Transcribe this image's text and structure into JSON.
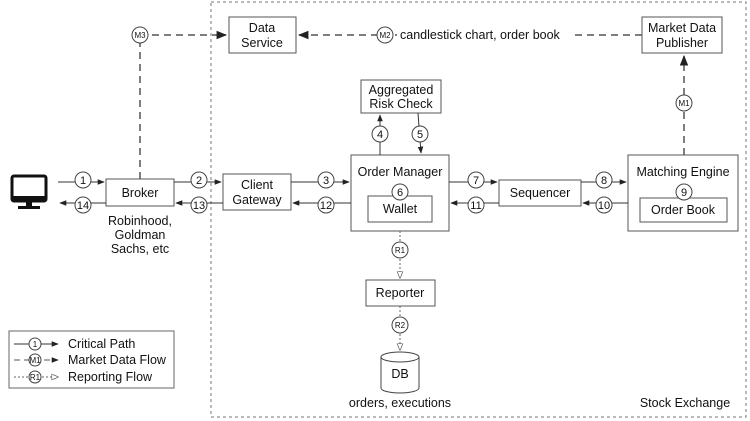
{
  "nodes": {
    "broker": "Broker",
    "broker_examples": [
      "Robinhood,",
      "Goldman",
      "Sachs, etc"
    ],
    "client_gateway": [
      "Client",
      "Gateway"
    ],
    "order_manager": "Order Manager",
    "wallet": "Wallet",
    "risk_check": [
      "Aggregated",
      "Risk Check"
    ],
    "sequencer": "Sequencer",
    "matching_engine": "Matching Engine",
    "order_book": "Order Book",
    "data_service": [
      "Data",
      "Service"
    ],
    "market_data_publisher": [
      "Market Data",
      "Publisher"
    ],
    "reporter": "Reporter",
    "db": "DB",
    "db_caption": "orders, executions",
    "boundary_label": "Stock Exchange"
  },
  "flows": {
    "m2_caption": "candlestick chart, order book",
    "steps": [
      "1",
      "2",
      "3",
      "4",
      "5",
      "6",
      "7",
      "8",
      "9",
      "10",
      "11",
      "12",
      "13",
      "14"
    ],
    "market": [
      "M1",
      "M2",
      "M3"
    ],
    "reporting": [
      "R1",
      "R2"
    ]
  },
  "legend": {
    "items": [
      {
        "marker": "1",
        "label": "Critical Path",
        "style": "solid"
      },
      {
        "marker": "M1",
        "label": "Market Data Flow",
        "style": "dashed"
      },
      {
        "marker": "R1",
        "label": "Reporting Flow",
        "style": "dotted"
      }
    ]
  },
  "icons": {
    "client": "desktop-monitor-icon"
  }
}
